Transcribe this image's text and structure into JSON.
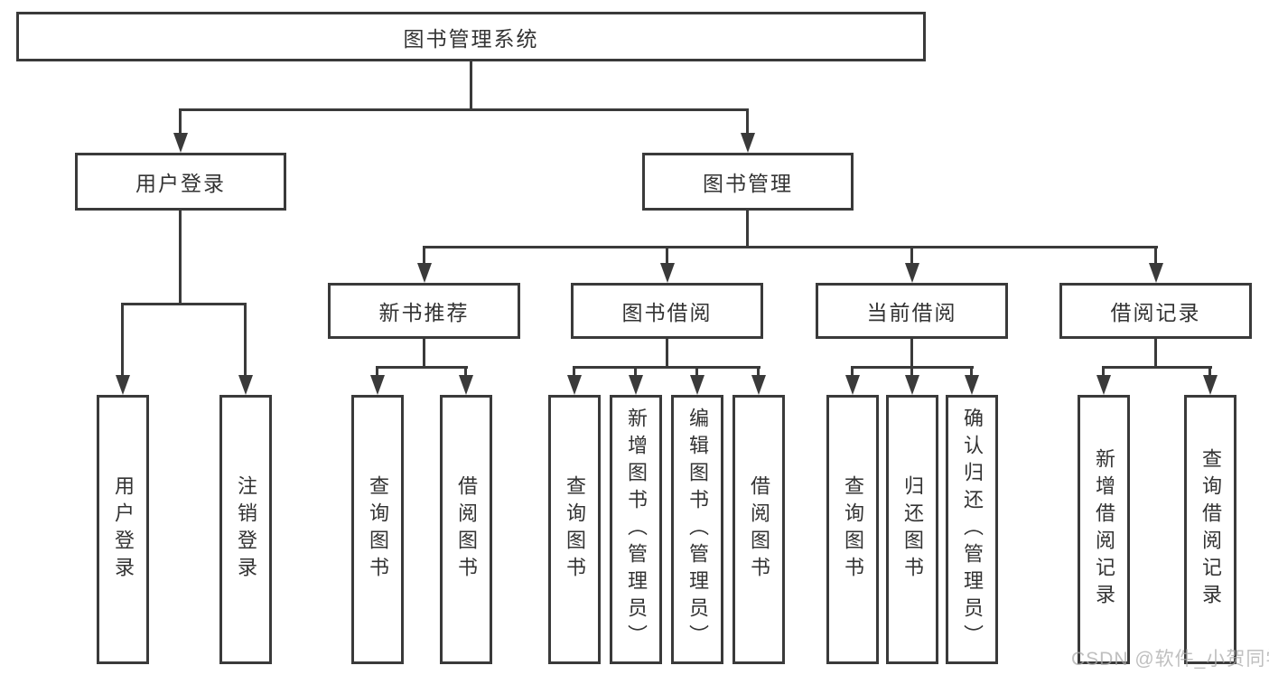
{
  "diagram": {
    "root": {
      "label": "图书管理系统"
    },
    "level2": {
      "user_login": {
        "label": "用户登录"
      },
      "book_mgmt": {
        "label": "图书管理"
      }
    },
    "level3": {
      "new_books": {
        "label": "新书推荐"
      },
      "borrow": {
        "label": "图书借阅"
      },
      "current": {
        "label": "当前借阅"
      },
      "records": {
        "label": "借阅记录"
      }
    },
    "leaves": {
      "user_login": [
        "用户登录",
        "注销登录"
      ],
      "new_books": [
        "查询图书",
        "借阅图书"
      ],
      "borrow": [
        "查询图书",
        "新增图书（管理员）",
        "编辑图书（管理员）",
        "借阅图书"
      ],
      "current": [
        "查询图书",
        "归还图书",
        "确认归还（管理员）"
      ],
      "records": [
        "新增借阅记录",
        "查询借阅记录"
      ]
    }
  },
  "watermark": {
    "text": "CSDN @软件_小贺同学"
  },
  "colors": {
    "line": "#3a3a3a",
    "text": "#333333",
    "watermark": "#aaaaaa",
    "background": "#ffffff"
  }
}
